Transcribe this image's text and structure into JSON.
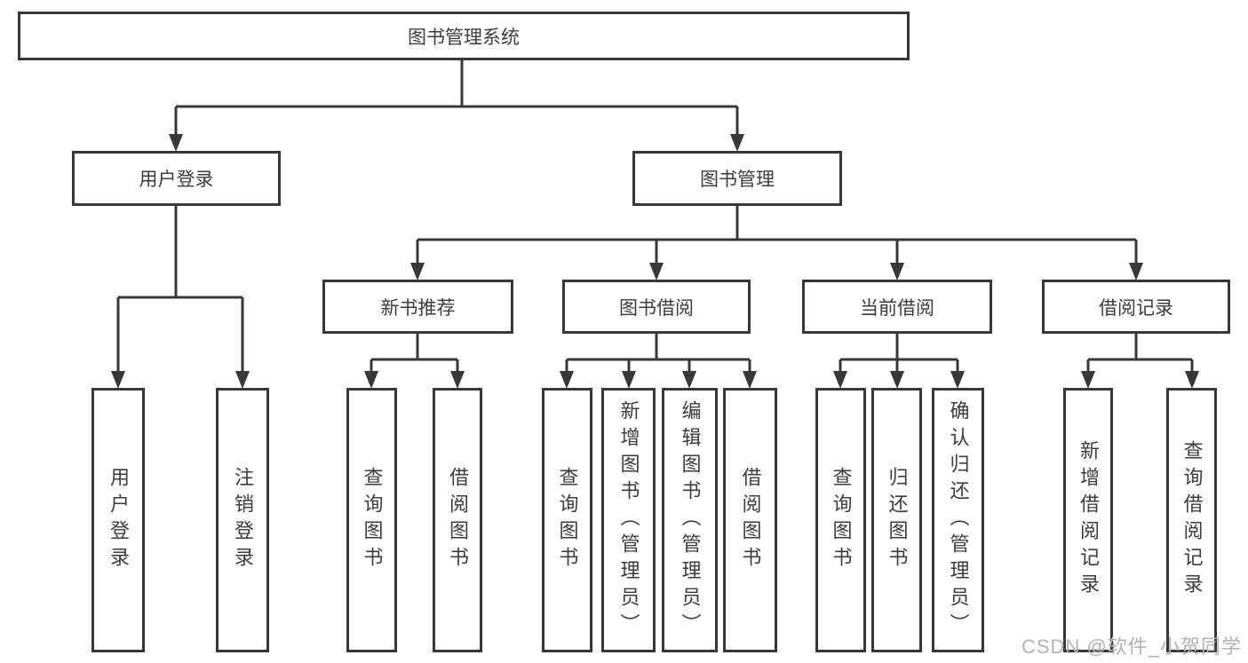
{
  "watermark": "CSDN @软件_小贺同学",
  "colors": {
    "line": "#383838",
    "text": "#3d3d40",
    "watermark": "#b3b3b3",
    "background": "#ffffff"
  },
  "tree": {
    "root": "图书管理系统",
    "children": [
      {
        "label": "用户登录",
        "children": [
          {
            "label": "用户登录"
          },
          {
            "label": "注销登录"
          }
        ]
      },
      {
        "label": "图书管理",
        "children": [
          {
            "label": "新书推荐",
            "children": [
              {
                "label": "查询图书"
              },
              {
                "label": "借阅图书"
              }
            ]
          },
          {
            "label": "图书借阅",
            "children": [
              {
                "label": "查询图书"
              },
              {
                "label": "新增图书（管理员）"
              },
              {
                "label": "编辑图书（管理员）"
              },
              {
                "label": "借阅图书"
              }
            ]
          },
          {
            "label": "当前借阅",
            "children": [
              {
                "label": "查询图书"
              },
              {
                "label": "归还图书"
              },
              {
                "label": "确认归还（管理员）"
              }
            ]
          },
          {
            "label": "借阅记录",
            "children": [
              {
                "label": "新增借阅记录"
              },
              {
                "label": "查询借阅记录"
              }
            ]
          }
        ]
      }
    ]
  }
}
